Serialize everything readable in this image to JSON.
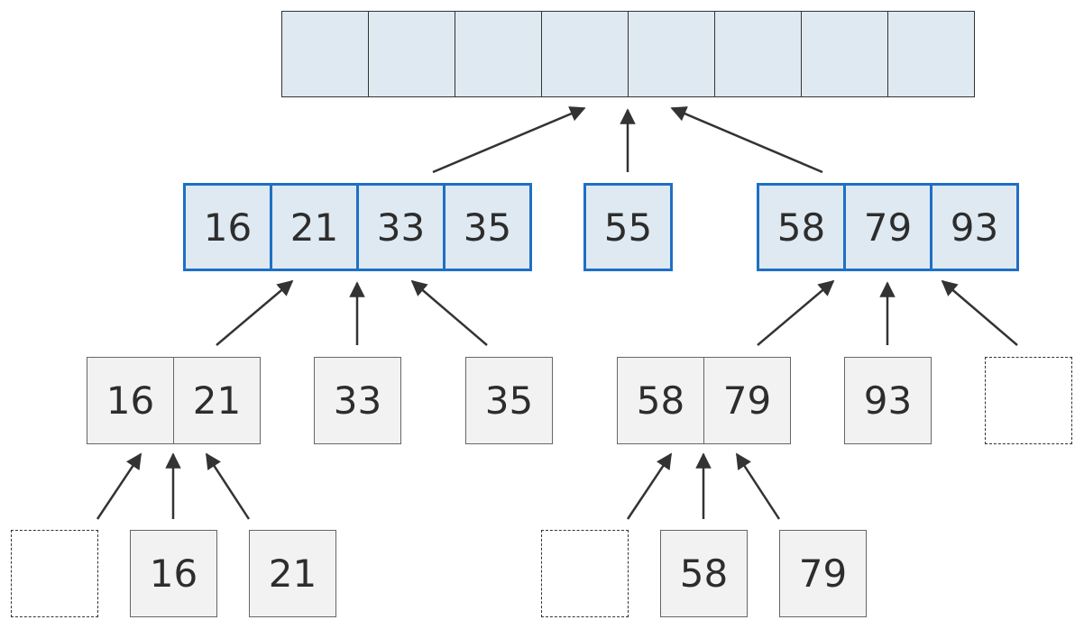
{
  "colors": {
    "cell_fill": "#f2f2f2",
    "highlight_fill": "#dfe9f1",
    "highlight_border": "#1f6fc5",
    "arrow": "#333333"
  },
  "diagram": {
    "result_array": [
      "",
      "",
      "",
      "",
      "",
      "",
      "",
      ""
    ],
    "merged_blocks": [
      {
        "values": [
          "16",
          "21",
          "33",
          "35"
        ]
      },
      {
        "values": [
          "55"
        ]
      },
      {
        "values": [
          "58",
          "79",
          "93"
        ]
      }
    ],
    "level2_left": [
      {
        "values": [
          "16",
          "21"
        ]
      },
      {
        "values": [
          "33"
        ]
      },
      {
        "values": [
          "35"
        ]
      }
    ],
    "level2_right": [
      {
        "values": [
          "58",
          "79"
        ]
      },
      {
        "values": [
          "93"
        ]
      },
      {
        "values": [
          ""
        ],
        "empty": true
      }
    ],
    "level3_left": [
      {
        "values": [
          ""
        ],
        "empty": true
      },
      {
        "values": [
          "16"
        ]
      },
      {
        "values": [
          "21"
        ]
      }
    ],
    "level3_right": [
      {
        "values": [
          ""
        ],
        "empty": true
      },
      {
        "values": [
          "58"
        ]
      },
      {
        "values": [
          "79"
        ]
      }
    ]
  }
}
